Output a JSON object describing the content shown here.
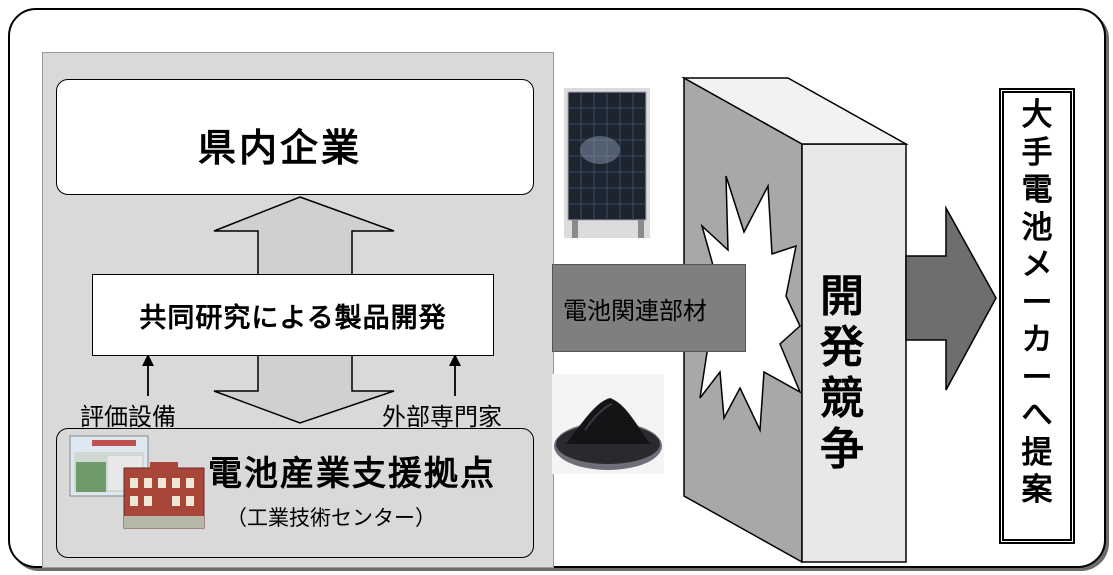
{
  "diagram": {
    "company": {
      "label": "県内企業",
      "icon": "office-building-icon"
    },
    "joint_development": {
      "label": "共同研究による製品開発"
    },
    "support_center": {
      "label": "電池産業支援拠点",
      "sublabel": "（工業技術センター）",
      "icon": "building-photo-icon"
    },
    "inputs": {
      "left": "評価設備",
      "right": "外部専門家"
    },
    "materials": {
      "label": "電池関連部材"
    },
    "photos": {
      "top": "solar-panel-photo",
      "bottom": "black-powder-photo"
    },
    "barrier": {
      "label": "開発競争"
    },
    "target": {
      "label": "大手電池メーカーへ提案"
    },
    "colors": {
      "panel": "#d9d9d9",
      "arrow_fill": "#d0d0d0",
      "material_box": "#7f7f7f",
      "barrier_front": "#e8e8e8",
      "barrier_side": "#a8a8a8",
      "target_arrow": "#6e6e6e"
    }
  }
}
